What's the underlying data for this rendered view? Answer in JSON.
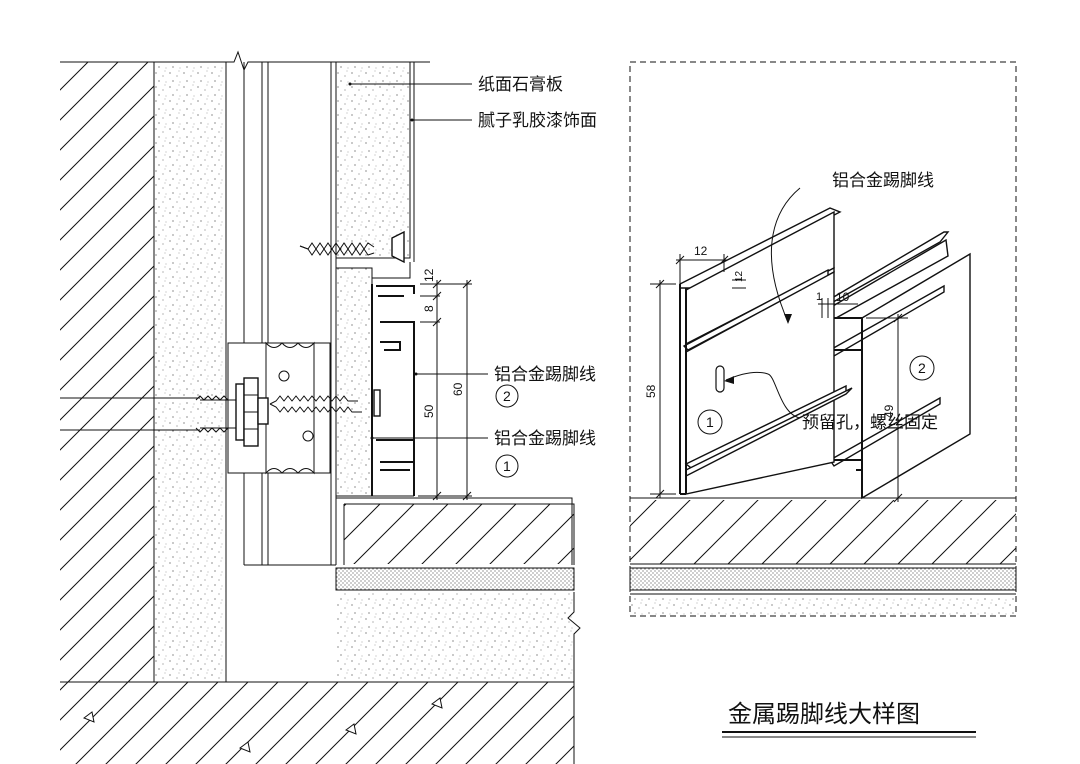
{
  "labels": {
    "gypsum_board": "纸面石膏板",
    "putty_paint": "腻子乳胶漆饰面",
    "skirting_2": "铝合金踢脚线",
    "skirting_1": "铝合金踢脚线",
    "marker_2": "2",
    "marker_1": "1",
    "detail_skirting": "铝合金踢脚线",
    "detail_hole": "预留孔，螺丝固定",
    "detail_marker_1": "1",
    "detail_marker_2": "2"
  },
  "dimensions": {
    "d12_left": "12",
    "d8": "8",
    "d50": "50",
    "d60": "60",
    "d58": "58",
    "d12_top": "12",
    "d12_small": "12",
    "d10": "10",
    "d49": "49",
    "d1": "1"
  },
  "title": "金属踢脚线大样图"
}
